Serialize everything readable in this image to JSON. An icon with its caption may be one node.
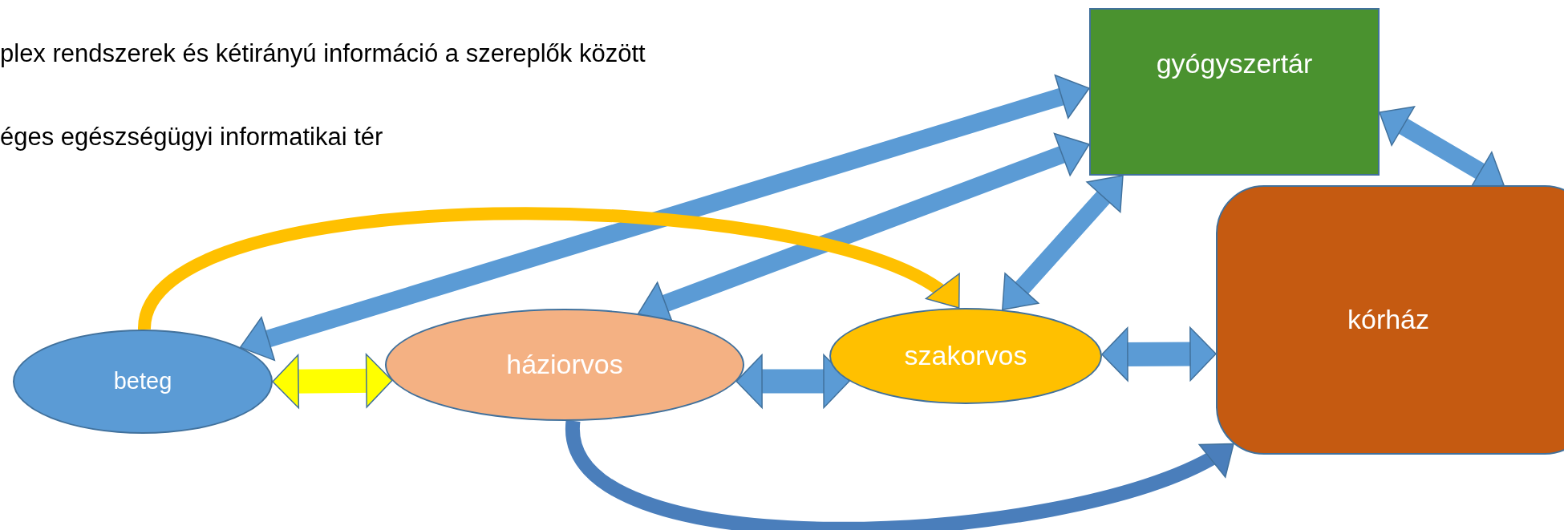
{
  "diagram": {
    "nodes": [
      {
        "text": [
          "beteg"
        ]
      },
      {
        "text": [
          "háziorvos"
        ]
      },
      {
        "text": [
          "szakorvos"
        ]
      },
      {
        "text": [
          "gyógyszertár"
        ]
      },
      {
        "text": [
          "kórház"
        ]
      }
    ],
    "edges": [
      {
        "from": 0,
        "to": 3,
        "arrow": "both"
      },
      {
        "from": 1,
        "to": 3,
        "arrow": "both"
      },
      {
        "from": 2,
        "to": 3,
        "arrow": "both"
      },
      {
        "from": 3,
        "to": 4,
        "arrow": "both"
      },
      {
        "from": 0,
        "to": 1,
        "arrow": "both",
        "color": "#ffff00"
      },
      {
        "from": 1,
        "to": 2,
        "arrow": "both"
      },
      {
        "from": 2,
        "to": 4,
        "arrow": "both"
      },
      {
        "from": 0,
        "to": 2,
        "arrow": "to",
        "color": "#ffc000"
      },
      {
        "from": 1,
        "to": 4,
        "arrow": "to",
        "color": "#4a7ebb"
      }
    ],
    "labels": [
      "plex rendszerek és kétirányú információ a szereplők között",
      "éges egészségügyi informatikai tér"
    ]
  }
}
